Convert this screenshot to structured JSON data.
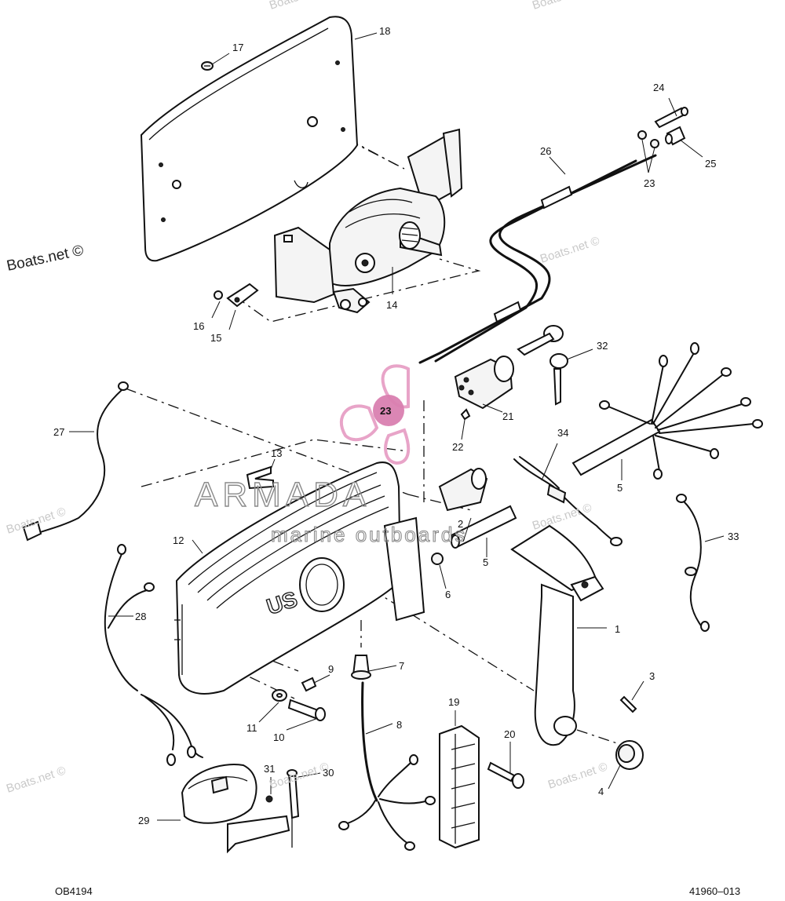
{
  "watermarks": {
    "boats_net": "Boats.net ©",
    "armada_title": "ARMADA",
    "armada_subtitle": "marine outboards"
  },
  "codes": {
    "bottom_left": "OB4194",
    "bottom_right": "41960–013"
  },
  "callouts": {
    "c1": "1",
    "c2": "2",
    "c3": "3",
    "c4": "4",
    "c5a": "5",
    "c5b": "5",
    "c6": "6",
    "c7": "7",
    "c8": "8",
    "c9": "9",
    "c10": "10",
    "c11": "11",
    "c12": "12",
    "c13": "13",
    "c14": "14",
    "c15": "15",
    "c16": "16",
    "c17": "17",
    "c18": "18",
    "c19": "19",
    "c20": "20",
    "c21": "21",
    "c22": "22",
    "c23a": "23",
    "c23b": "23",
    "c24": "24",
    "c25": "25",
    "c26": "26",
    "c27": "27",
    "c28": "28",
    "c29": "29",
    "c30": "30",
    "c31": "31",
    "c32": "32",
    "c33": "33",
    "c34": "34"
  },
  "housing_logo": "US",
  "colors": {
    "line": "#111111",
    "watermark_pink": "#e8a4c8",
    "watermark_pink_dark": "#d97fb0",
    "watermark_gray": "#c9c9c9"
  }
}
